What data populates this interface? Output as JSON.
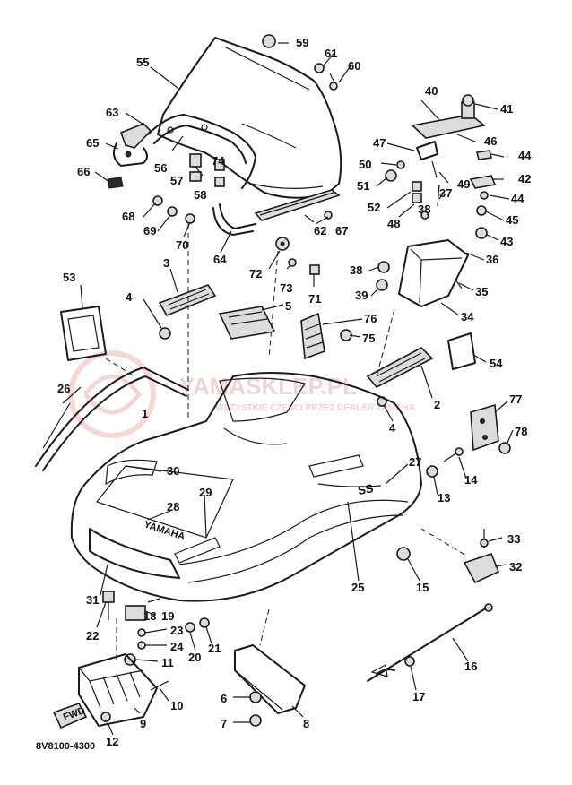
{
  "diagram": {
    "drawing_code": "8V8100-4300",
    "watermark": "YAMASKLEP.PL",
    "watermark_tagline": "WSZYSTKIE CZĘŚCI PRZEZ DEALER YAMAHA",
    "hood_brand": "YAMAHA",
    "hood_badge": "SS",
    "front_arrow_label": "FWD",
    "callouts": [
      "1",
      "2",
      "3",
      "4",
      "5",
      "6",
      "7",
      "8",
      "9",
      "10",
      "11",
      "12",
      "13",
      "14",
      "15",
      "16",
      "17",
      "18",
      "19",
      "20",
      "21",
      "22",
      "23",
      "24",
      "25",
      "26",
      "27",
      "28",
      "29",
      "30",
      "31",
      "32",
      "33",
      "34",
      "35",
      "36",
      "37",
      "38",
      "39",
      "40",
      "41",
      "42",
      "43",
      "44",
      "45",
      "46",
      "47",
      "48",
      "49",
      "50",
      "51",
      "52",
      "53",
      "54",
      "55",
      "56",
      "57",
      "58",
      "59",
      "60",
      "61",
      "62",
      "63",
      "64",
      "65",
      "66",
      "67",
      "68",
      "69",
      "70",
      "71",
      "72",
      "73",
      "74",
      "75",
      "76",
      "77",
      "78"
    ]
  },
  "colors": {
    "ink": "#1a1a1a",
    "watermark": "#e9b0b0",
    "background": "#ffffff"
  }
}
